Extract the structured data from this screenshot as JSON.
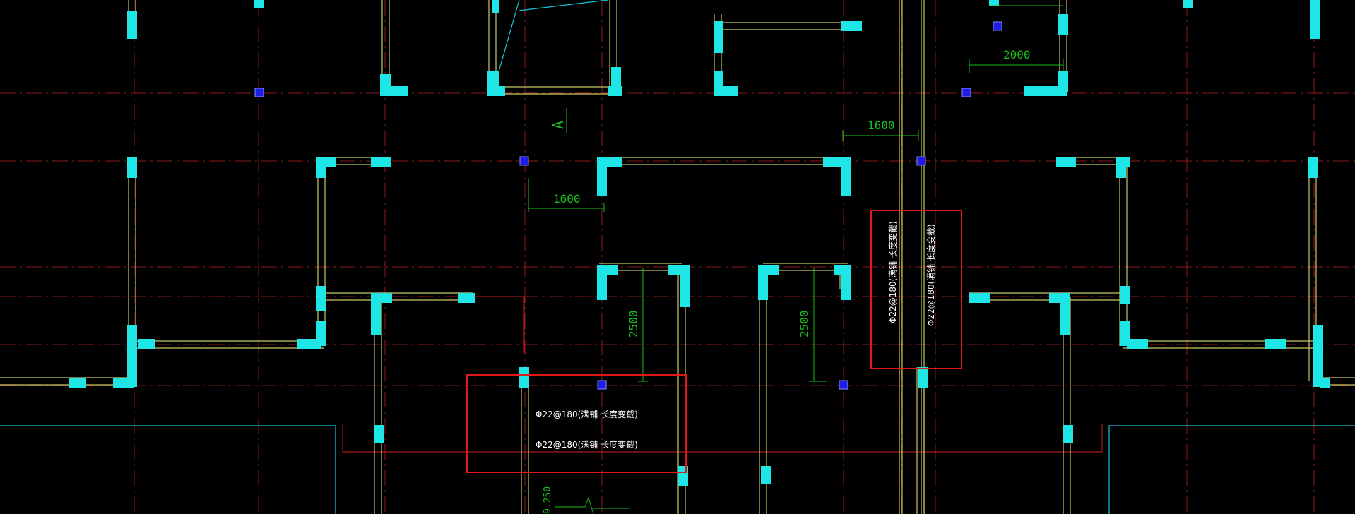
{
  "app": {
    "title": ""
  },
  "colors": {
    "background": "#000000",
    "grid_axis": "#8b1a1a",
    "wall_outline": "#c8c864",
    "column_fill": "#1ee6e6",
    "dimension": "#18c018",
    "highlight_box": "#e01818",
    "text_white": "#ffffff",
    "node_marker": "#1e1ee6",
    "annotation_line": "#cc2222",
    "cyan_line": "#16c8d8"
  },
  "dimensions": {
    "d_2000": "2000",
    "d_1600_top": "1600",
    "d_1600_left": "1600",
    "d_2500_a": "2500",
    "d_2500_b": "2500"
  },
  "labels": {
    "section_mark": "A",
    "elevation": "9.250"
  },
  "rebar": {
    "horizontal_1": "Φ22@180(满铺 长度变截)",
    "horizontal_2": "Φ22@180(满铺 长度变截)",
    "vertical_1": "Φ22@180(满铺 长度变截)",
    "vertical_2": "Φ22@180(满铺 长度变截)"
  }
}
